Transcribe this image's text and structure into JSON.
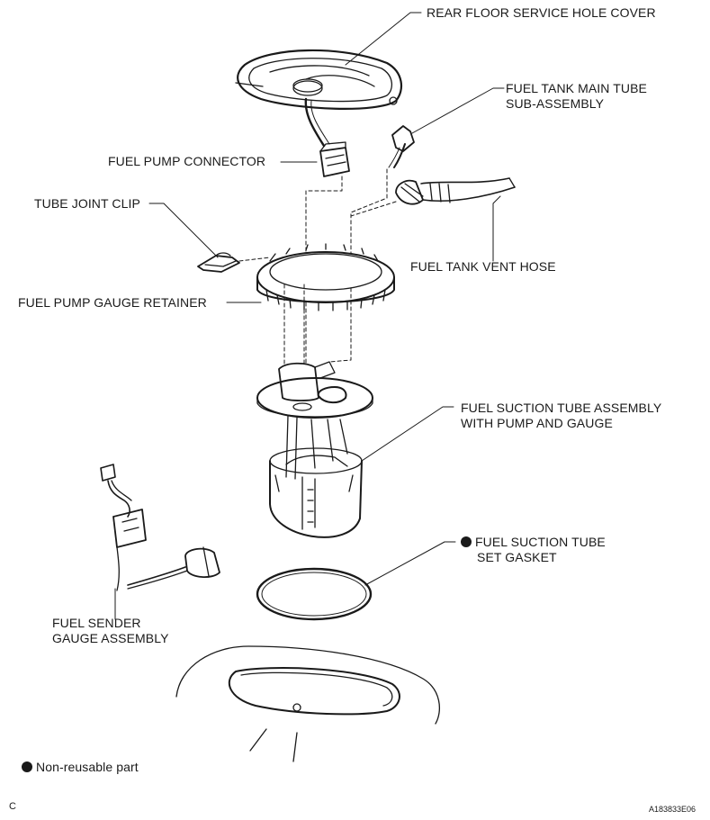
{
  "labels": {
    "rear_floor_service_hole_cover": "REAR FLOOR SERVICE HOLE COVER",
    "fuel_tank_main_tube_line1": "FUEL TANK MAIN TUBE",
    "fuel_tank_main_tube_line2": "SUB-ASSEMBLY",
    "fuel_pump_connector": "FUEL PUMP CONNECTOR",
    "tube_joint_clip": "TUBE JOINT CLIP",
    "fuel_tank_vent_hose": "FUEL TANK VENT HOSE",
    "fuel_pump_gauge_retainer": "FUEL PUMP GAUGE RETAINER",
    "fuel_suction_tube_line1": "FUEL SUCTION TUBE ASSEMBLY",
    "fuel_suction_tube_line2": "WITH PUMP AND GAUGE",
    "gasket_line1": "FUEL SUCTION TUBE",
    "gasket_line2": "SET GASKET",
    "fuel_sender_line1": "FUEL SENDER",
    "fuel_sender_line2": "GAUGE ASSEMBLY"
  },
  "legend": {
    "non_reusable": "Non-reusable part"
  },
  "footer": {
    "section_code": "C",
    "figure_id": "A183833E06"
  }
}
